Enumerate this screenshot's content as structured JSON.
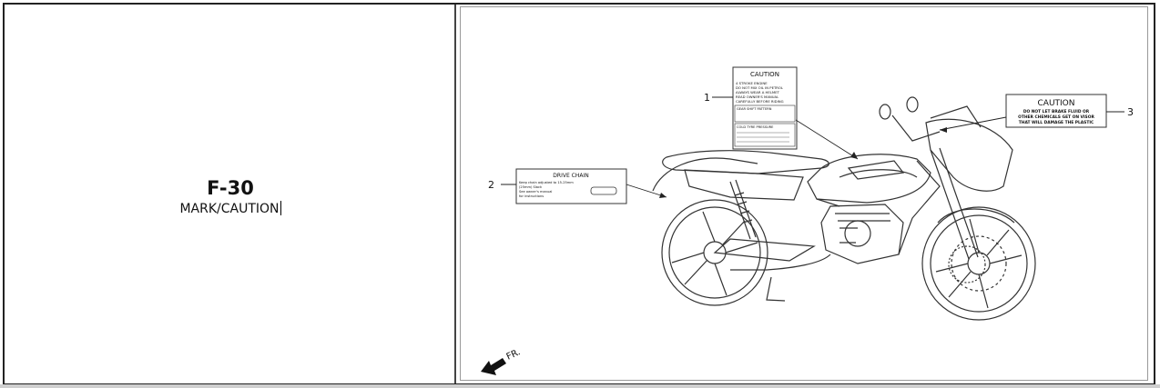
{
  "page": {
    "code": "F-30",
    "title": "MARK/CAUTION"
  },
  "diagram": {
    "callouts": [
      "1",
      "2",
      "3"
    ],
    "label1": {
      "heading": "CAUTION",
      "lines": [
        "4 STROKE ENGINE",
        "DO NOT MIX OIL IN PETROL",
        "ALWAYS WEAR A HELMET",
        "READ OWNER'S MANUAL",
        "CAREFULLY BEFORE RIDING"
      ],
      "gear_heading": "GEAR SHIFT PATTERN",
      "tyre_heading": "COLD TYRE PRESSURE"
    },
    "label2": {
      "heading": "DRIVE CHAIN",
      "lines": [
        "Keep chain adjusted to 15-25mm",
        "(25mm) Slack",
        "See owner's manual",
        "for instructions"
      ]
    },
    "label3": {
      "heading": "CAUTION",
      "lines": [
        "DO NOT LET BRAKE FLUID OR",
        "OTHER CHEMICALS GET ON VISOR",
        "THAT WILL DAMAGE THE PLASTIC"
      ]
    },
    "direction_label": "FR."
  }
}
